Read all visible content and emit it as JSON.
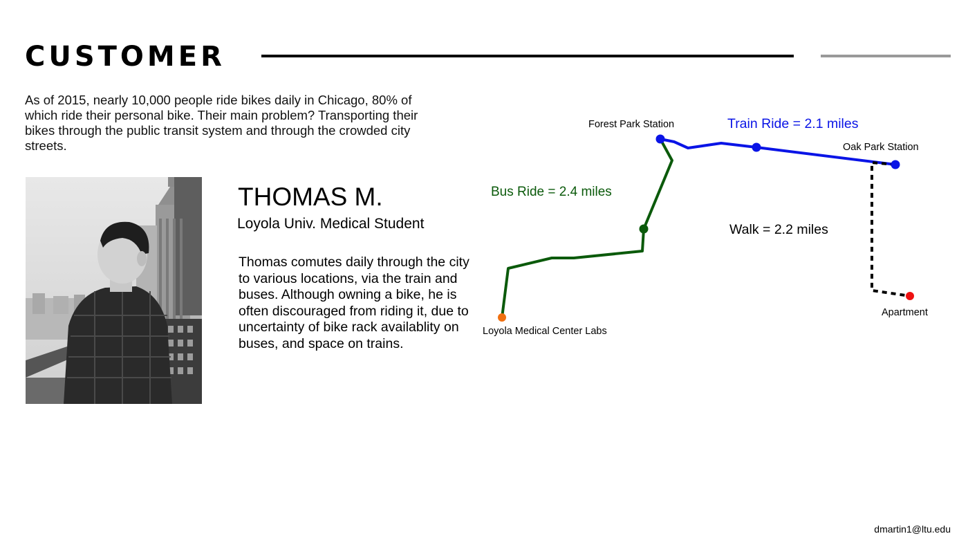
{
  "header": {
    "title": "CUSTOMER"
  },
  "intro_text": "As of 2015, nearly 10,000 people ride bikes daily in Chicago, 80% of which ride their personal bike. Their main problem? Transporting their bikes through the public transit system and through the crowded city streets.",
  "persona": {
    "name": "THOMAS M.",
    "role": "Loyola Univ. Medical Student",
    "bio": "Thomas comutes daily through the city to various locations, via the train and buses. Although owning a bike, he is often discouraged from riding it, due to uncertainty of bike rack availablity on buses, and space on trains."
  },
  "route_map": {
    "locations": {
      "forest_park": "Forest Park Station",
      "oak_park": "Oak Park Station",
      "loyola_labs": "Loyola Medical Center Labs",
      "apartment": "Apartment"
    },
    "segments": {
      "train": {
        "label": "Train Ride = 2.1 miles",
        "color": "#0a14e6"
      },
      "bus": {
        "label": "Bus Ride = 2.4 miles",
        "color": "#0b5a0b"
      },
      "walk": {
        "label": "Walk = 2.2 miles",
        "color": "#000000"
      }
    },
    "marker_colors": {
      "origin": "#f07010",
      "destination": "#ee1111"
    }
  },
  "footer": {
    "email": "dmartin1@ltu.edu"
  }
}
